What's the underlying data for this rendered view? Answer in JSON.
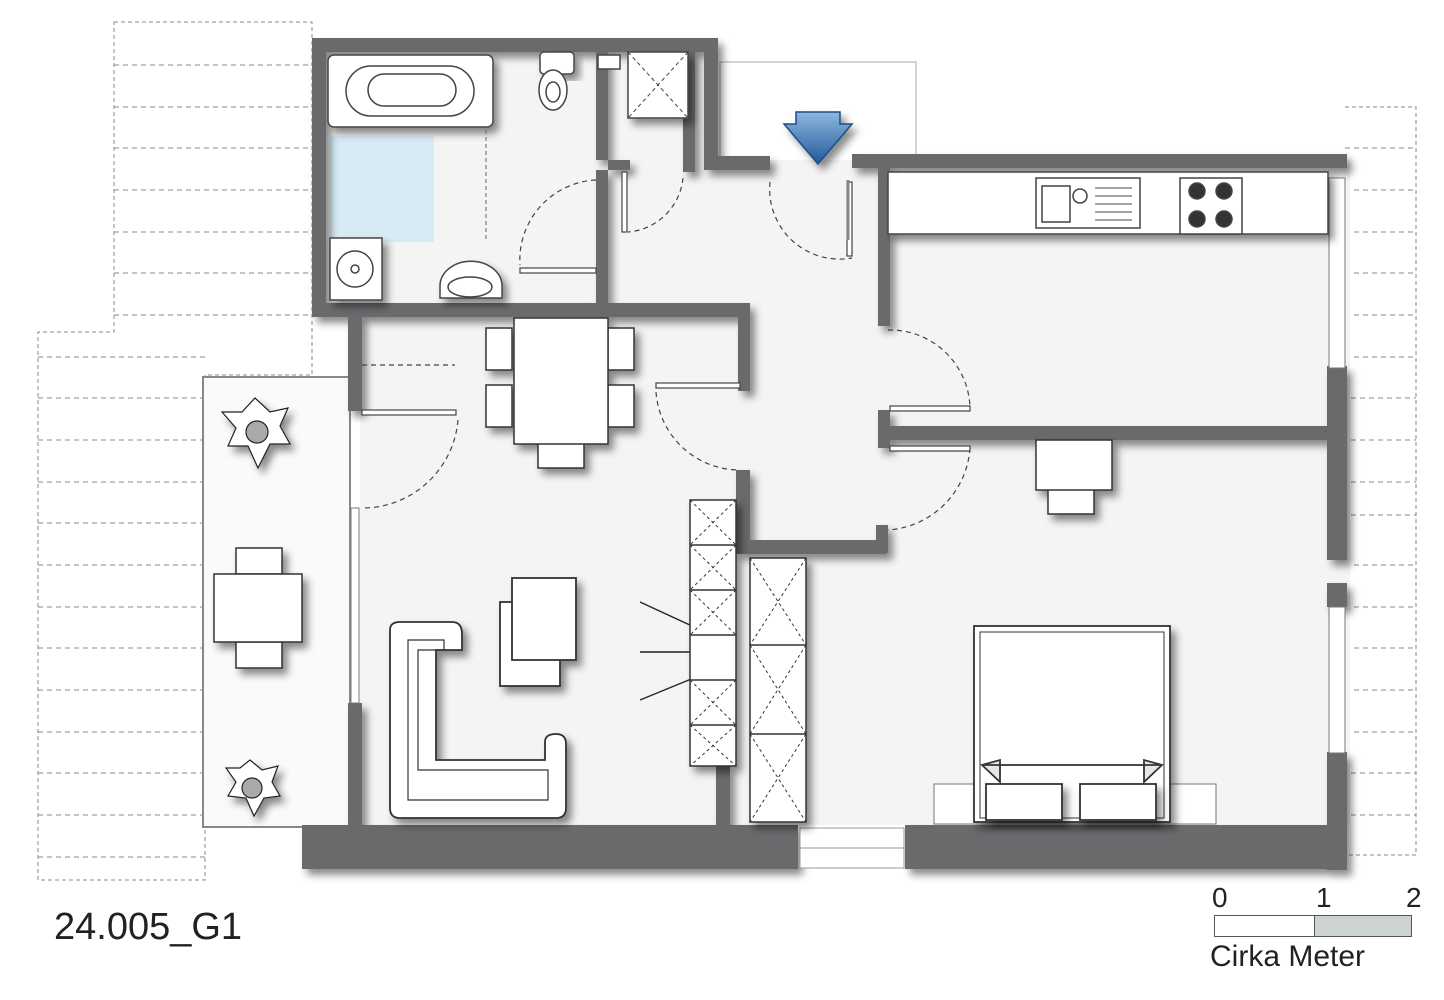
{
  "plan": {
    "id_label": "24.005_G1"
  },
  "scale": {
    "ticks": [
      "0",
      "1",
      "2"
    ],
    "unit_label": "Cirka Meter"
  },
  "colors": {
    "wall": "#6b6b6d",
    "floor": "#f4f4f5",
    "bath_mat": "#d7ebf5",
    "entry_arrow": "#2e6ca8",
    "scale_segment_2": "#cdd2d2"
  }
}
